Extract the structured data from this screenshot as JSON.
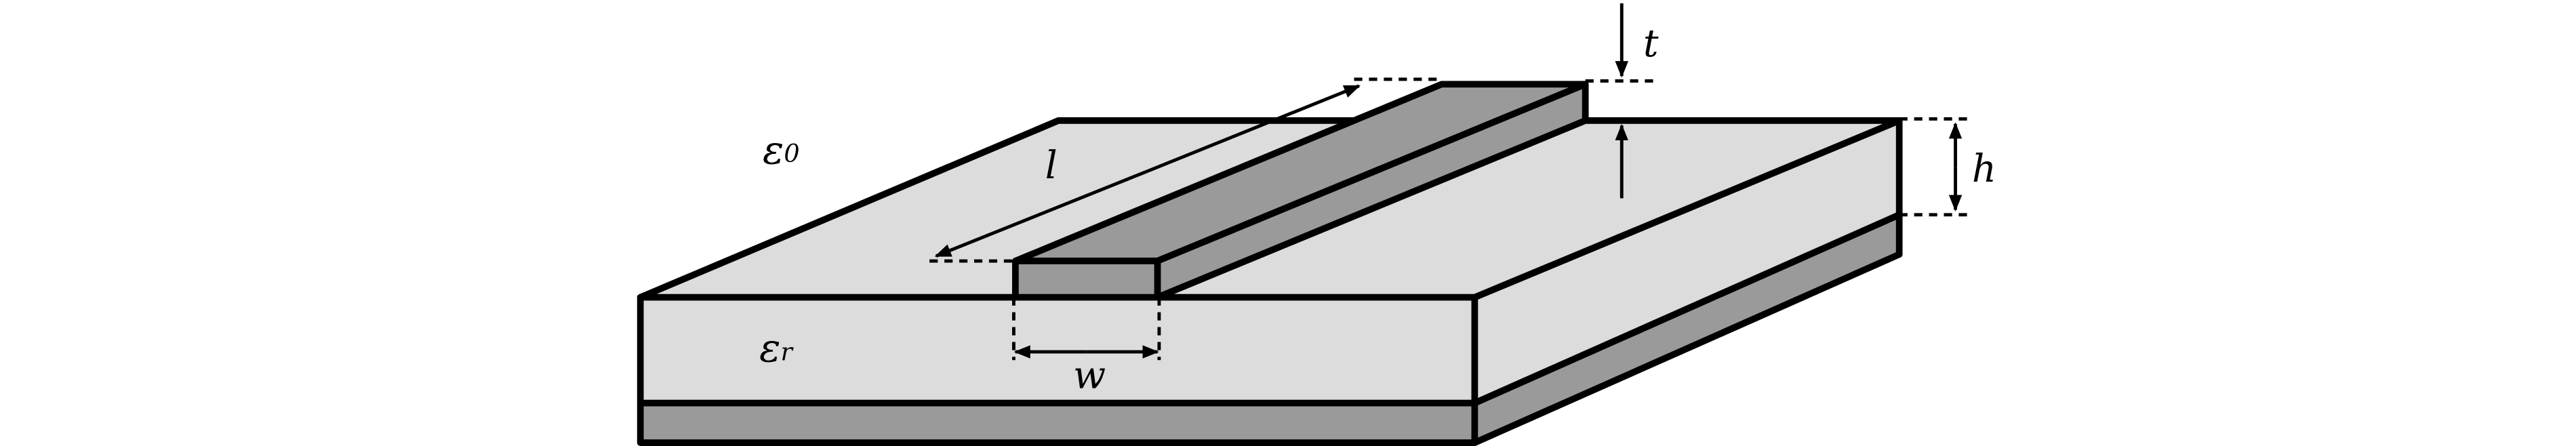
{
  "diagram": {
    "colors": {
      "substrate": "#dcdcdc",
      "metal": "#9a9a9a",
      "stroke": "#000000",
      "background": "#ffffff"
    },
    "labels": {
      "eps_free_symbol": "ε",
      "eps_free_subscript": "0",
      "eps_sub_symbol": "ε",
      "eps_sub_subscript": "r",
      "length": "l",
      "width": "w",
      "thickness": "t",
      "height": "h"
    }
  }
}
